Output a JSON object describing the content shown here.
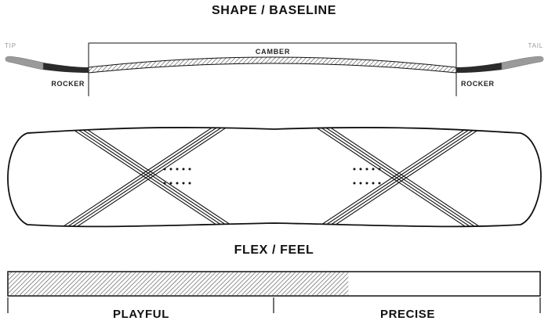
{
  "shape_section": {
    "title": "SHAPE / BASELINE",
    "camber_label": "CAMBER",
    "rocker_left_label": "ROCKER",
    "rocker_right_label": "ROCKER",
    "tip_label": "TIP",
    "tail_label": "TAIL"
  },
  "flex_section": {
    "title": "FLEX / FEEL",
    "left_label": "PLAYFUL",
    "right_label": "PRECISE",
    "flex_level": 0.64
  },
  "colors": {
    "ink": "#111111",
    "rocker": "#2b2b2b",
    "tip_tail": "#9a9a9a",
    "hatch": "#555555"
  }
}
